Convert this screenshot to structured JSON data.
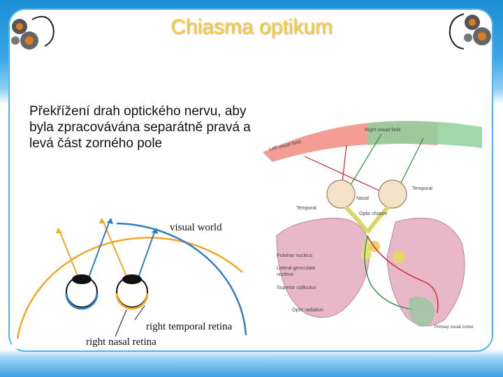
{
  "title": "Chiasma optikum",
  "body_text": "Překřížení drah optického nervu, aby byla zpracovávána separátně pravá a levá část zorného pole",
  "figure_left": {
    "label_visual_world": "visual world",
    "label_right_temporal_retina": "right temporal retina",
    "label_right_nasal_retina": "right nasal retina"
  },
  "figure_right": {
    "label_right_visual_field": "Right visual field",
    "label_left_visual_field": "Left visual field",
    "label_temporal_right": "Temporal",
    "label_nasal": "Nasal",
    "label_temporal_left": "Temporal",
    "label_optic_chiasm": "Optic chiasm",
    "label_pulvinar": "Pulvinar nucleus",
    "label_lgn_1": "Lateral geniculate",
    "label_lgn_2": "nucleus",
    "label_superior_colliculus": "Superior colliculus",
    "label_optic_radiation": "Optic radiation",
    "label_primary_visual_cortex": "Primary visual cortex"
  },
  "colors": {
    "accent_blue": "#3aa5e6",
    "title_yellow": "#ffcc2a",
    "ray_orange": "#f5a623",
    "ray_blue": "#2f7fc0",
    "brain_pink": "#e8b8c8"
  }
}
